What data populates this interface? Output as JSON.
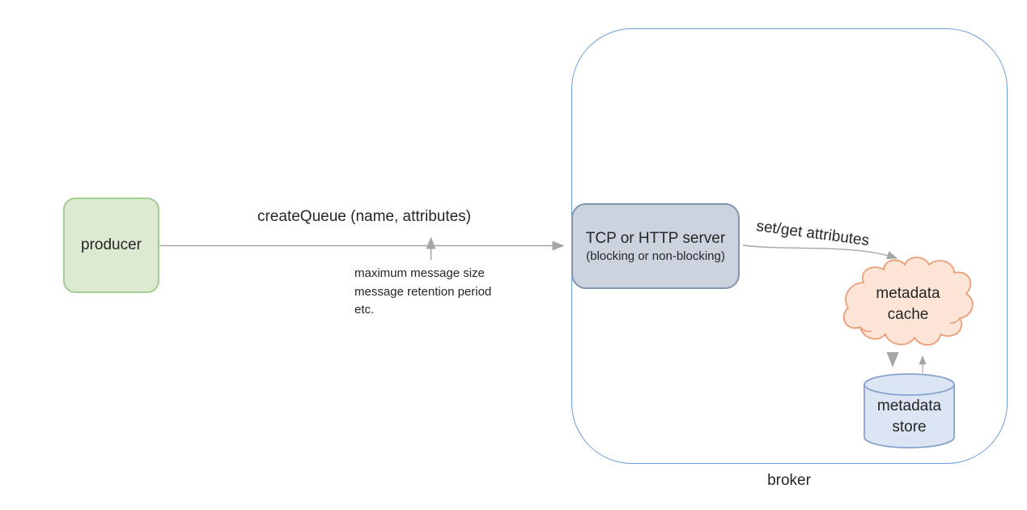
{
  "colors": {
    "producer-fill": "#dcead2",
    "producer-border": "#a3cd92",
    "server-fill": "#cbd3df",
    "server-border": "#8495ad",
    "cache-fill": "#fce5d7",
    "cache-border": "#eb9e76",
    "store-fill": "#dbe5f3",
    "store-border": "#87a3cd",
    "broker-border": "#6e9ed6",
    "arrow": "#a6a6a6",
    "text": "#262626"
  },
  "nodes": {
    "producer": {
      "label": "producer"
    },
    "server": {
      "title": "TCP or HTTP server",
      "subtitle": "(blocking or non-blocking)"
    },
    "cache": {
      "line1": "metadata",
      "line2": "cache"
    },
    "store": {
      "line1": "metadata",
      "line2": "store"
    },
    "broker": {
      "label": "broker"
    }
  },
  "edges": {
    "create_queue": {
      "label": "createQueue (name, attributes)"
    },
    "set_get": {
      "label": "set/get attributes"
    }
  },
  "annotation": {
    "line1": "maximum message size",
    "line2": "message retention period",
    "line3": "etc."
  }
}
